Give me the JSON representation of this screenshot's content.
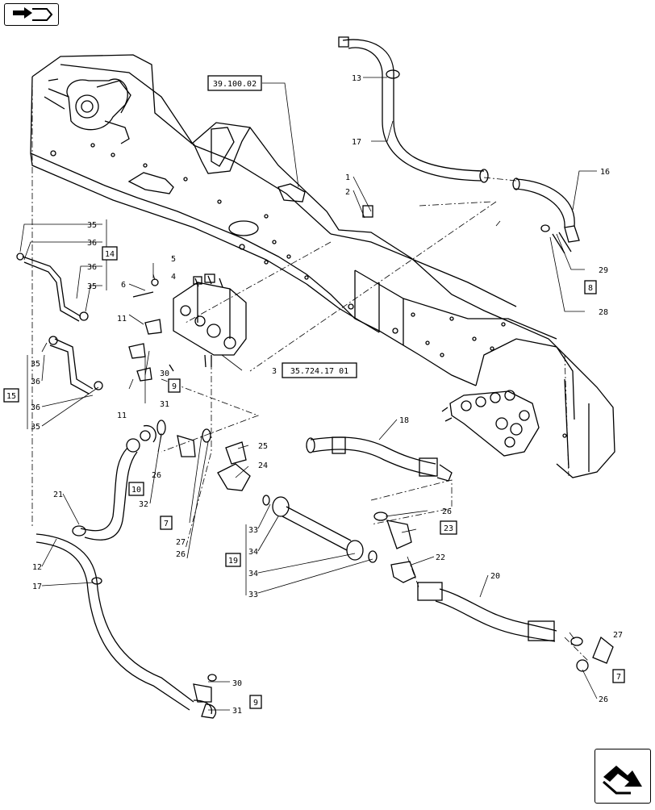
{
  "navigation": {
    "prev_icon": "page-back-arrow-icon",
    "next_icon": "page-forward-arrow-icon"
  },
  "references": {
    "r39": "39.100.02",
    "r35": "35.724.17 01"
  },
  "callouts": {
    "c1": "1",
    "c2": "2",
    "c3": "3",
    "c4": "4",
    "c5": "5",
    "c6": "6",
    "c11a": "11",
    "c11b": "11",
    "c12": "12",
    "c13": "13",
    "c16": "16",
    "c17a": "17",
    "c17b": "17",
    "c18": "18",
    "c20": "20",
    "c21": "21",
    "c22": "22",
    "c24": "24",
    "c25": "25",
    "c26a": "26",
    "c26b": "26",
    "c26c": "26",
    "c26d": "26",
    "c27a": "27",
    "c27b": "27",
    "c28": "28",
    "c29": "29",
    "c30a": "30",
    "c30b": "30",
    "c31a": "31",
    "c31b": "31",
    "c32": "32",
    "c33a": "33",
    "c33b": "33",
    "c34a": "34",
    "c34b": "34",
    "c35a": "35",
    "c35b": "35",
    "c35c": "35",
    "c35d": "35",
    "c36a": "36",
    "c36b": "36",
    "c36c": "36",
    "c36d": "36"
  },
  "boxed_callouts": {
    "b14": "14",
    "b15": "15",
    "b19": "19",
    "b7a": "7",
    "b7b": "7",
    "b8": "8",
    "b9a": "9",
    "b9b": "9",
    "b10": "10",
    "b23": "23"
  }
}
